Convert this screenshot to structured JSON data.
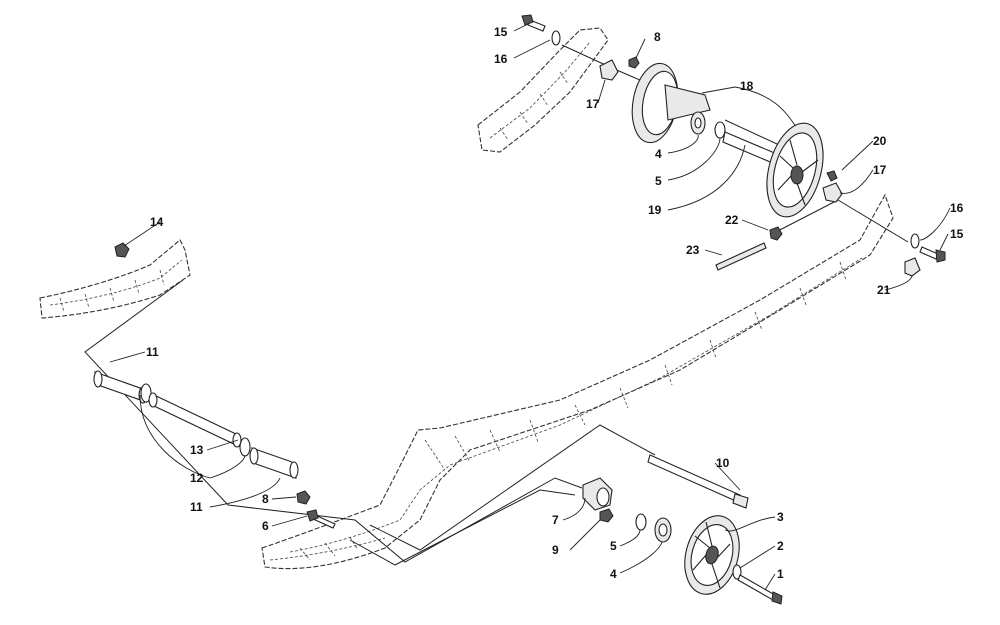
{
  "diagram": {
    "callouts": {
      "c1": "1",
      "c2": "2",
      "c3": "3",
      "c4a": "4",
      "c4b": "4",
      "c5a": "5",
      "c5b": "5",
      "c6": "6",
      "c7": "7",
      "c8a": "8",
      "c8b": "8",
      "c9": "9",
      "c10": "10",
      "c11a": "11",
      "c11b": "11",
      "c12": "12",
      "c13": "13",
      "c14": "14",
      "c15a": "15",
      "c15b": "15",
      "c16a": "16",
      "c16b": "16",
      "c17a": "17",
      "c17b": "17",
      "c18": "18",
      "c19": "19",
      "c20": "20",
      "c21": "21",
      "c22": "22",
      "c23": "23"
    }
  }
}
